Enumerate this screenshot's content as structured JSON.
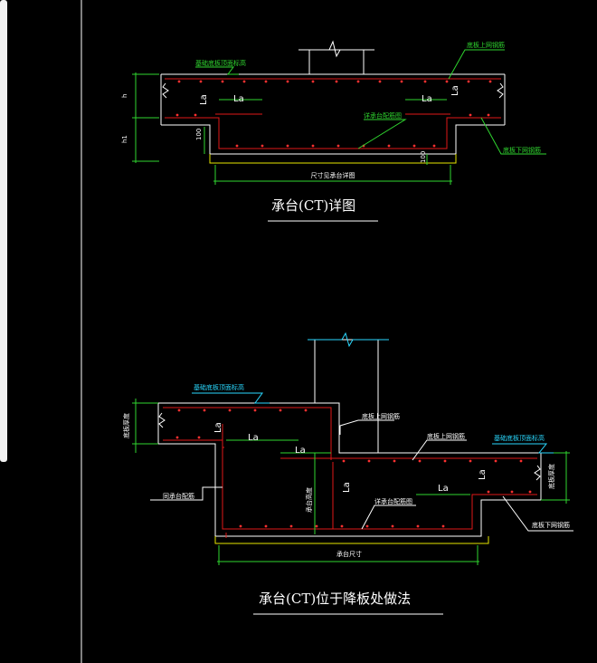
{
  "colors": {
    "background": "#000000",
    "outline_white": "#ffffff",
    "rebar_red": "#e01818",
    "rebar_dot": "#ff3030",
    "cushion_yellow": "#e6e600",
    "dimension_green": "#2fd62f",
    "column_cyan": "#2ad9ff",
    "panel_left": "#f2f2f2"
  },
  "top_detail": {
    "title": "承台(CT)详图",
    "note_base_top": "基础底板顶面标高",
    "note_slab_top_mesh": "底板上网钢筋",
    "note_cap_rebar": "详承台配筋图",
    "note_slab_bottom_mesh": "底板下网钢筋",
    "note_cap_size": "尺寸见承台详图",
    "dim_h": "h",
    "dim_h1": "h1",
    "dim_100_left": "100",
    "dim_100_bottom": "100",
    "la_1": "La",
    "la_2": "La",
    "la_3": "La",
    "la_4": "La"
  },
  "bottom_detail": {
    "title": "承台(CT)位于降板处做法",
    "note_base_top_left": "基础底板顶面标高",
    "note_base_top_right": "基础底板顶面标高",
    "note_slab_top_mesh": "底板上网钢筋",
    "note_slab_top_mesh_2": "底板上网钢筋",
    "note_cap_rebar": "详承台配筋图",
    "note_cap_rebar_2": "同承台配筋",
    "note_slab_bottom_mesh": "底板下网钢筋",
    "note_slab_thickness_left": "底板厚度",
    "note_slab_thickness_right": "底板厚度",
    "note_cap_height": "承台高度",
    "note_cap_size": "承台尺寸",
    "la_1": "La",
    "la_2": "La",
    "la_3": "La",
    "la_4": "La",
    "la_5": "La",
    "la_6": "La"
  }
}
